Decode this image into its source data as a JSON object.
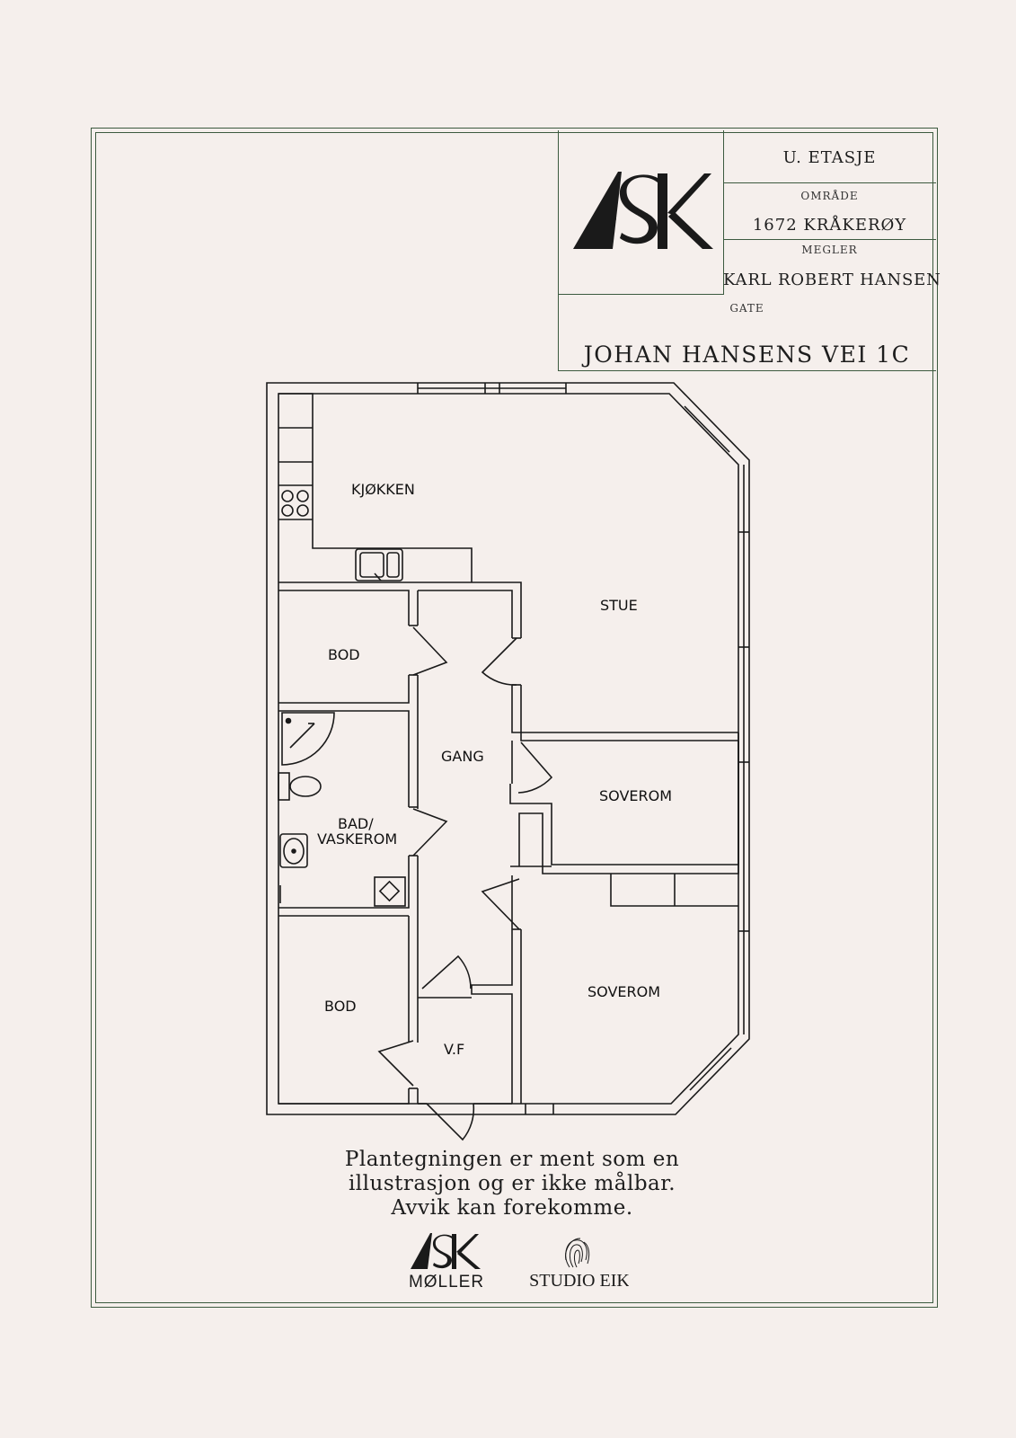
{
  "title_block": {
    "floor": "U. ETASJE",
    "area_label": "OMRÅDE",
    "area_value": "1672 KRÅKERØY",
    "broker_label": "MEGLER",
    "broker_value": "KARL ROBERT HANSEN",
    "street_label": "GATE",
    "street_value": "JOHAN HANSENS VEI 1C",
    "logo_text": "ASK"
  },
  "rooms": {
    "kitchen": "KJØKKEN",
    "living": "STUE",
    "storage1": "BOD",
    "hallway": "GANG",
    "bath_line1": "BAD/",
    "bath_line2": "VASKEROM",
    "bedroom1": "SOVEROM",
    "bedroom2": "SOVEROM",
    "storage2": "BOD",
    "entry": "V.F"
  },
  "disclaimer": {
    "line1": "Plantegningen er ment som en",
    "line2": "illustrasjon og er ikke målbar.",
    "line3": "Avvik kan forekomme."
  },
  "footer": {
    "ask_logo": "ASK",
    "ask_sub": "MØLLER",
    "studio": "STUDIO EIK"
  },
  "colors": {
    "background": "#f5efec",
    "frame": "#3c5a3f",
    "ink": "#1d1d1d"
  }
}
